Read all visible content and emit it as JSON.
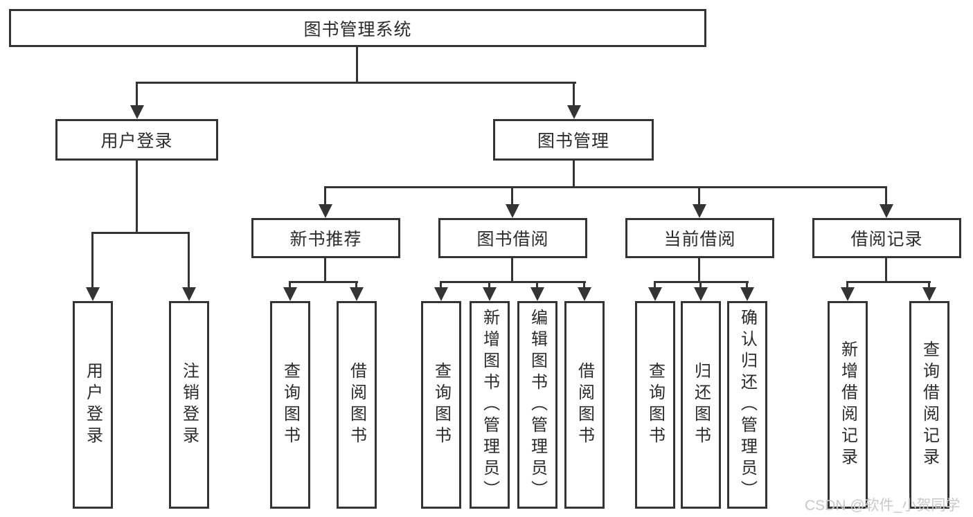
{
  "diagram": {
    "root": {
      "label": "图书管理系统"
    },
    "level2": {
      "user_login": {
        "label": "用户登录"
      },
      "book_management": {
        "label": "图书管理"
      }
    },
    "level3": {
      "new_book_recommend": {
        "label": "新书推荐"
      },
      "book_borrowing": {
        "label": "图书借阅"
      },
      "current_borrowing": {
        "label": "当前借阅"
      },
      "borrowing_records": {
        "label": "借阅记录"
      }
    },
    "leaves": {
      "user_login_children": [
        {
          "label": "用户登录"
        },
        {
          "label": "注销登录"
        }
      ],
      "new_book_children": [
        {
          "label": "查询图书"
        },
        {
          "label": "借阅图书"
        }
      ],
      "book_borrowing_children": [
        {
          "label": "查询图书"
        },
        {
          "label": "新增图书（管理员）"
        },
        {
          "label": "编辑图书（管理员）"
        },
        {
          "label": "借阅图书"
        }
      ],
      "current_borrowing_children": [
        {
          "label": "查询图书"
        },
        {
          "label": "归还图书"
        },
        {
          "label": "确认归还（管理员）"
        }
      ],
      "records_children": [
        {
          "label": "新增借阅记录"
        },
        {
          "label": "查询借阅记录"
        }
      ]
    },
    "watermark": "CSDN @软件_小贺同学",
    "colors": {
      "line": "#343434",
      "box_border": "#343434",
      "text": "#2b2b2b",
      "background": "#ffffff",
      "watermark": "#c9c9c9"
    }
  }
}
